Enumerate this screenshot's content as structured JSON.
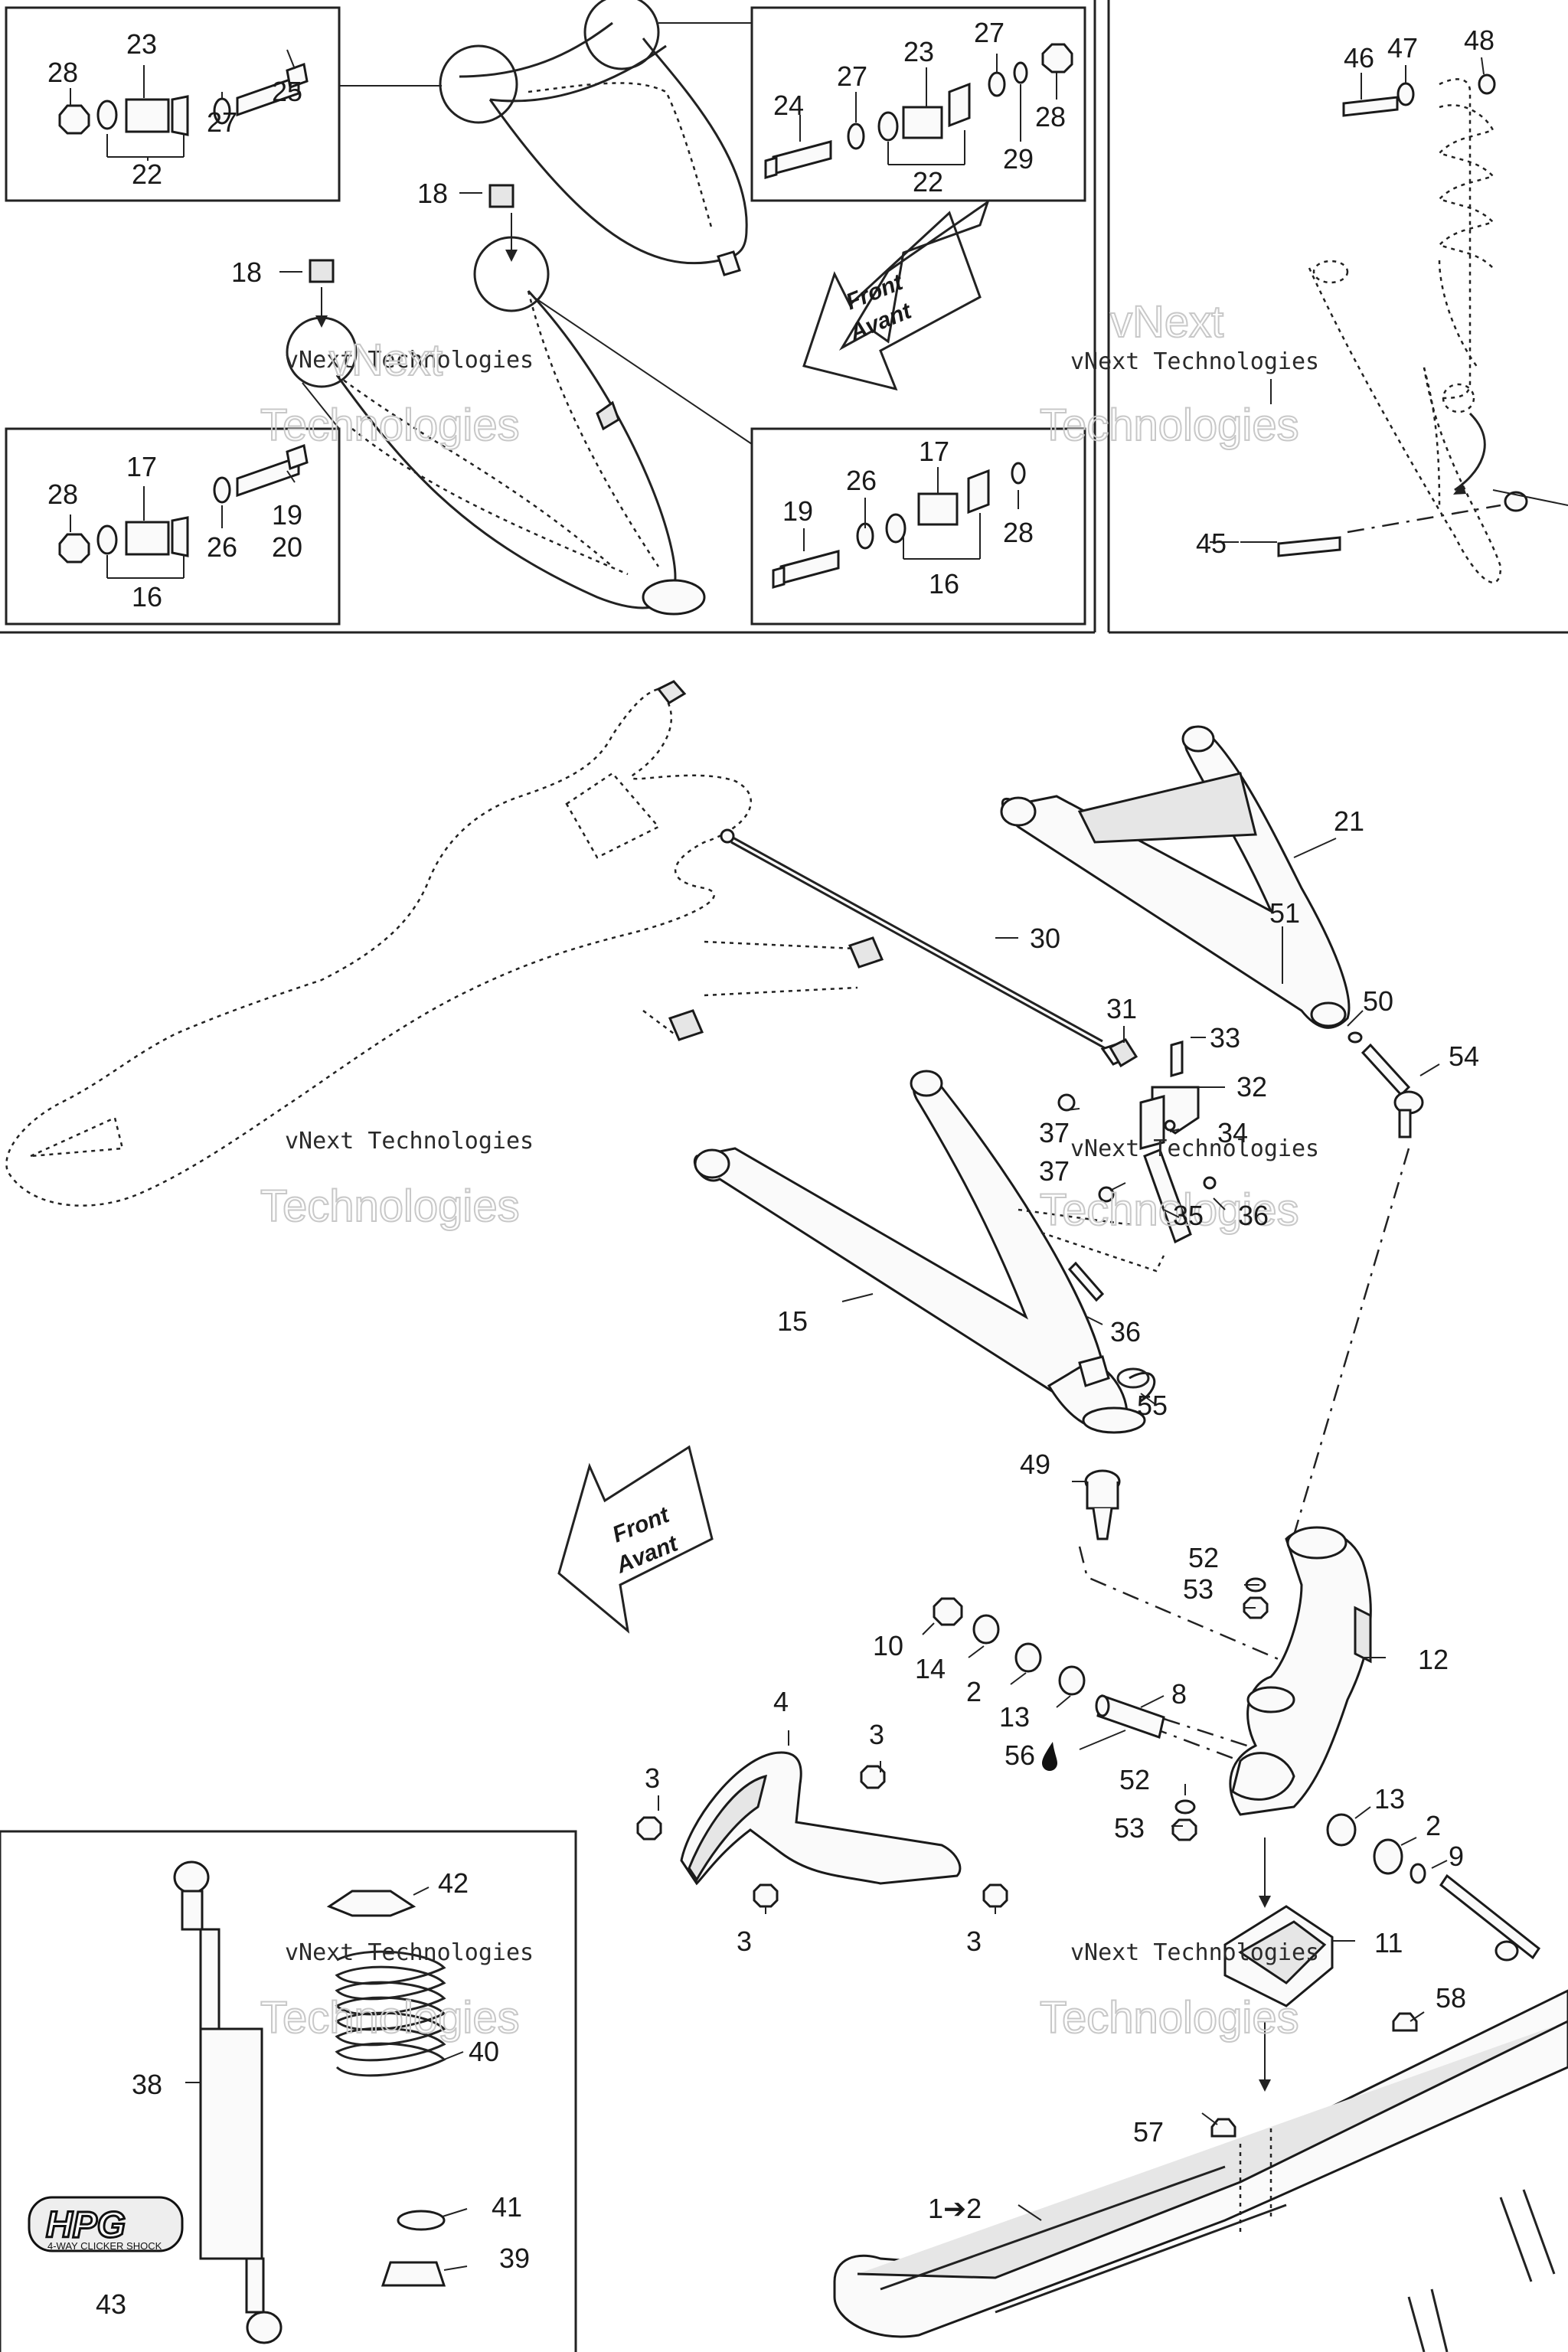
{
  "watermark": {
    "line1": "vNext Technologies",
    "line2": "Technologies",
    "line3": "vNext"
  },
  "direction": {
    "front": "Front",
    "avant": "Avant"
  },
  "logo": {
    "name": "HPG",
    "sub": "4-WAY CLICKER SHOCK"
  },
  "callouts": {
    "c28a": "28",
    "c23a": "23",
    "c27a": "27",
    "c25": "25",
    "c22a": "22",
    "c23b": "23",
    "c27b": "27",
    "c27c": "27",
    "c24": "24",
    "c28b": "28",
    "c29": "29",
    "c22b": "22",
    "c18a": "18",
    "c18b": "18",
    "c28c": "28",
    "c17a": "17",
    "c19a": "19",
    "c20": "20",
    "c26a": "26",
    "c16a": "16",
    "c17b": "17",
    "c26b": "26",
    "c19b": "19",
    "c28d": "28",
    "c16b": "16",
    "c46": "46",
    "c47": "47",
    "c48": "48",
    "c45": "45",
    "c21": "21",
    "c30": "30",
    "c51": "51",
    "c50": "50",
    "c31": "31",
    "c33": "33",
    "c32": "32",
    "c54": "54",
    "c37a": "37",
    "c34": "34",
    "c37b": "37",
    "c35": "35",
    "c36a": "36",
    "c15": "15",
    "c36b": "36",
    "c55": "55",
    "c49": "49",
    "c52a": "52",
    "c53a": "53",
    "c12": "12",
    "c10": "10",
    "c14": "14",
    "c2a": "2",
    "c13a": "13",
    "c8": "8",
    "c56": "56",
    "c4": "4",
    "c3a": "3",
    "c3b": "3",
    "c3c": "3",
    "c3d": "3",
    "c52b": "52",
    "c53b": "53",
    "c13b": "13",
    "c2b": "2",
    "c9": "9",
    "c11": "11",
    "c42": "42",
    "c38": "38",
    "c40": "40",
    "c41": "41",
    "c39": "39",
    "c43": "43",
    "c58": "58",
    "c57": "57",
    "c1": "1➔2"
  }
}
